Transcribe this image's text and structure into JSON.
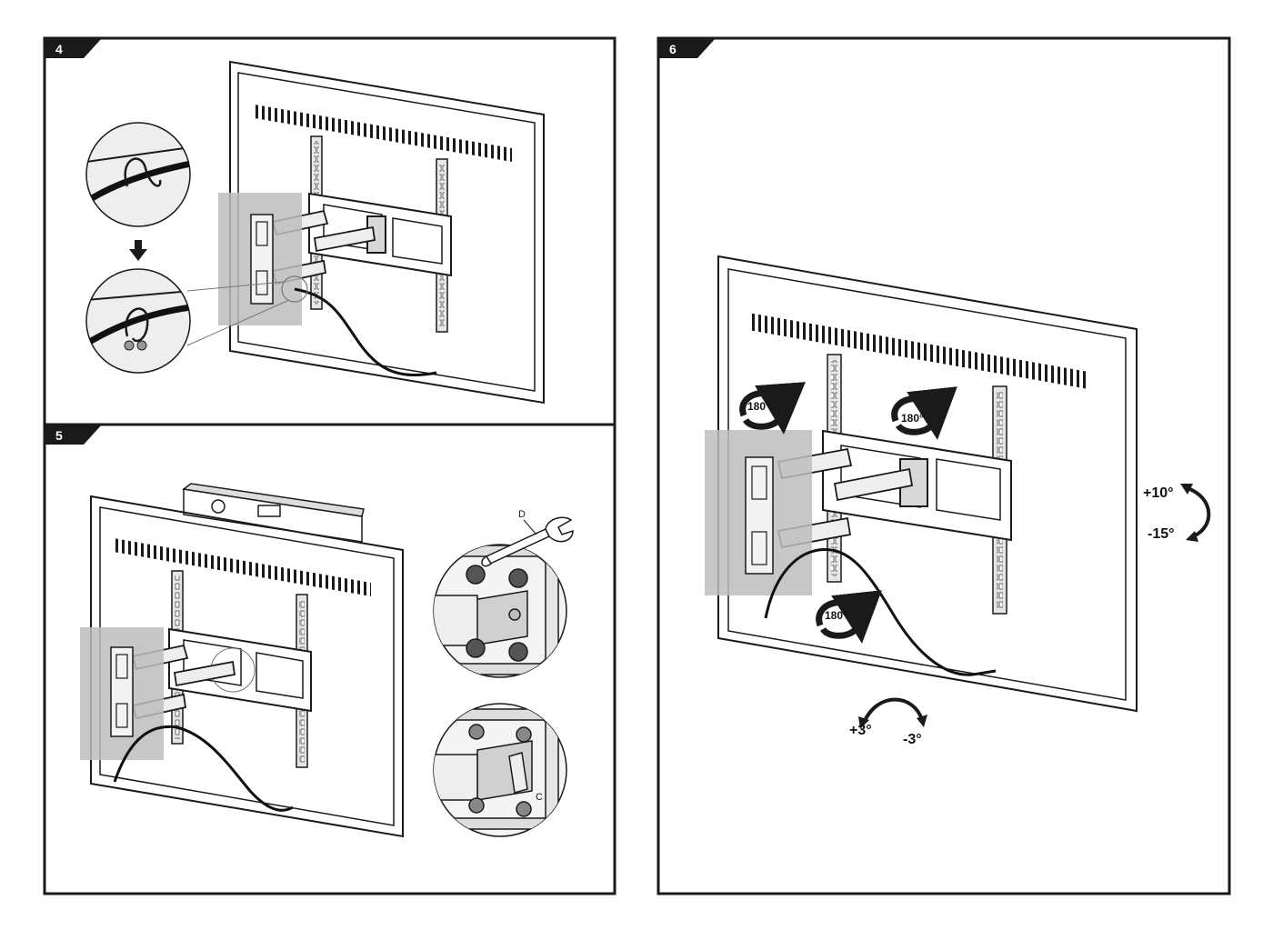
{
  "steps": [
    {
      "number": "4"
    },
    {
      "number": "5"
    },
    {
      "number": "6"
    }
  ],
  "step5": {
    "wrench_label": "D",
    "part_label": "C"
  },
  "step6": {
    "swivel_1": "180°",
    "swivel_2": "180°",
    "swivel_3": "180°",
    "tilt_up": "+10°",
    "tilt_down": "-15°",
    "level_plus": "+3°",
    "level_minus": "-3°"
  },
  "colors": {
    "line": "#1a1a1a",
    "plate": "#bdbdbd",
    "panel_frame": "#1a1a1a",
    "cable": "#111111"
  },
  "icons": [
    "arrow-down-icon",
    "rotate-180-icon",
    "tilt-arrow-icon",
    "level-arrow-icon",
    "wrench-icon"
  ]
}
